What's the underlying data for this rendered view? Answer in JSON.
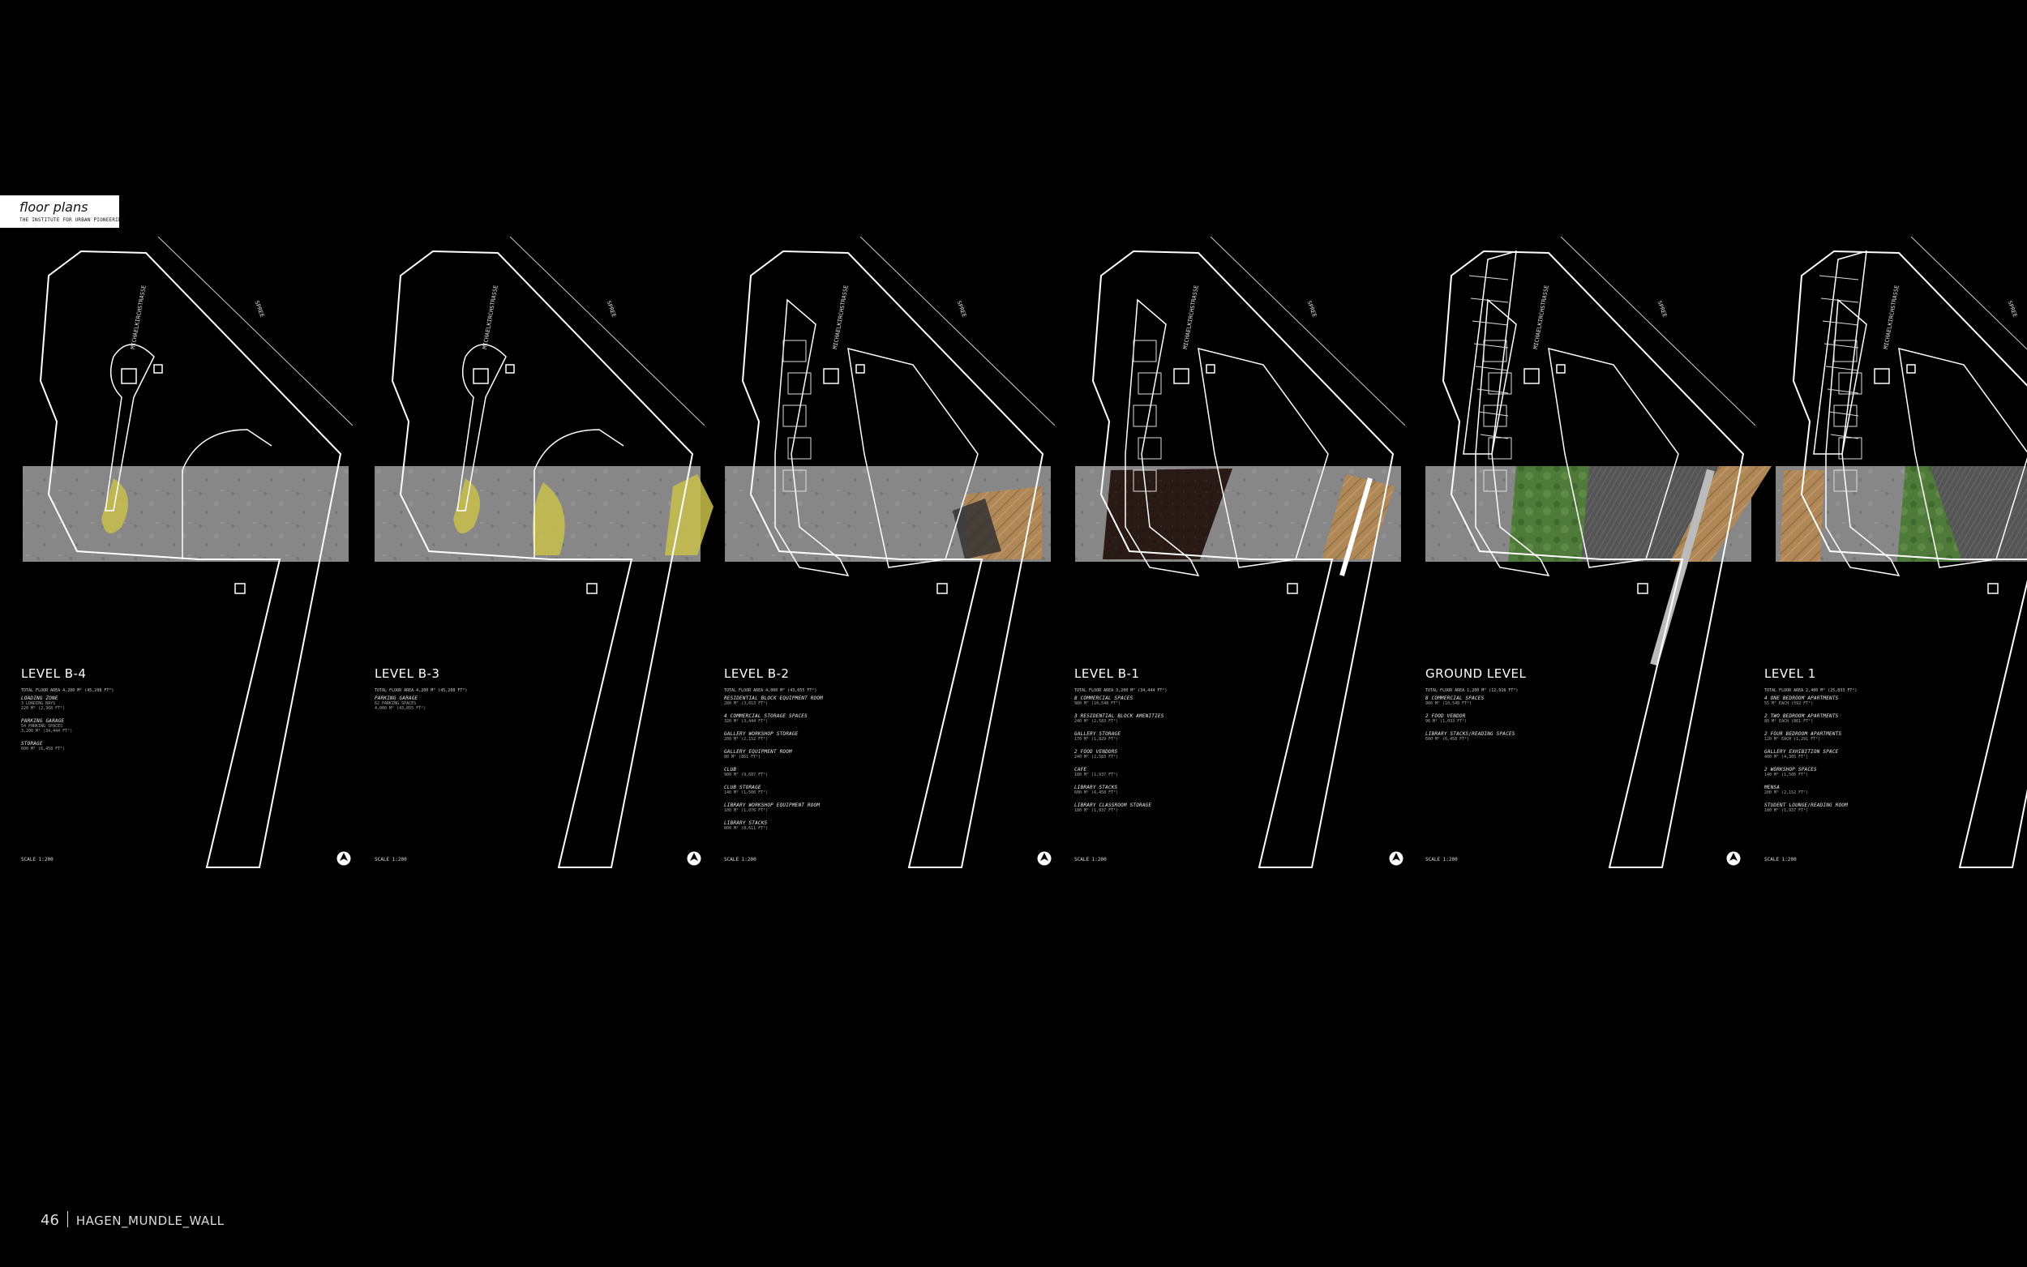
{
  "header": {
    "title": "floor plans",
    "subtitle": "THE INSTITUTE FOR URBAN PIONEERING"
  },
  "footer": {
    "page_number": "46",
    "authors": "HAGEN_MUNDLE_WALL"
  },
  "colors": {
    "background": "#000000",
    "line": "#ffffff",
    "concrete": "#8e8e8e",
    "yellow_marking": "#c9c04a",
    "wood": "#b08858",
    "grass": "#4e7a3a",
    "dark_soil": "#2a1a16"
  },
  "icons": [
    "north-arrow-icon"
  ],
  "street_labels": [
    "MICHAELKIRCHSTRASSE",
    "SPREE"
  ],
  "levels": [
    {
      "name": "LEVEL B-4",
      "area": "TOTAL FLOOR AREA 4,200 M² (45,208 FT²)",
      "items": [
        {
          "name": "LOADING ZONE",
          "sub": "3 LOADING BAYS",
          "sub2": "220 M² (2,368 FT²)"
        },
        {
          "name": "PARKING GARAGE",
          "sub": "54 PARKING SPACES",
          "sub2": "3,200 M² (34,444 FT²)"
        },
        {
          "name": "STORAGE",
          "sub": "600 M² (6,458 FT²)"
        }
      ],
      "scale": "SCALE 1:200"
    },
    {
      "name": "LEVEL B-3",
      "area": "TOTAL FLOOR AREA 4,200 M² (45,208 FT²)",
      "items": [
        {
          "name": "PARKING GARAGE",
          "sub": "62 PARKING SPACES",
          "sub2": "4,000 M² (43,055 FT²)"
        }
      ],
      "scale": "SCALE 1:200"
    },
    {
      "name": "LEVEL B-2",
      "area": "TOTAL FLOOR AREA 4,000 M² (43,055 FT²)",
      "items": [
        {
          "name": "RESIDENTIAL BLOCK EQUIPMENT ROOM",
          "sub": "280 M² (3,013 FT²)"
        },
        {
          "name": "4 COMMERCIAL STORAGE SPACES",
          "sub": "320 M² (3,444 FT²)"
        },
        {
          "name": "GALLERY WORKSHOP STORAGE",
          "sub": "200 M² (2,152 FT²)"
        },
        {
          "name": "GALLERY EQUIPMENT ROOM",
          "sub": "80 M² (861 FT²)"
        },
        {
          "name": "CLUB",
          "sub": "900 M² (9,687 FT²)"
        },
        {
          "name": "CLUB STORAGE",
          "sub": "140 M² (1,506 FT²)"
        },
        {
          "name": "LIBRARY WORKSHOP EQUIPMENT ROOM",
          "sub": "100 M² (1,076 FT²)"
        },
        {
          "name": "LIBRARY STACKS",
          "sub": "800 M² (8,611 FT²)"
        }
      ],
      "scale": "SCALE 1:200"
    },
    {
      "name": "LEVEL B-1",
      "area": "TOTAL FLOOR AREA 3,200 M² (34,444 FT²)",
      "items": [
        {
          "name": "8 COMMERCIAL SPACES",
          "sub": "980 M² (10,548 FT²)"
        },
        {
          "name": "3 RESIDENTIAL BLOCK AMENITIES",
          "sub": "240 M² (2,583 FT²)"
        },
        {
          "name": "GALLERY STORAGE",
          "sub": "170 M² (1,829 FT²)"
        },
        {
          "name": "2 FOOD VENDORS",
          "sub": "240 M² (2,583 FT²)"
        },
        {
          "name": "CAFE",
          "sub": "180 M² (1,937 FT²)"
        },
        {
          "name": "LIBRARY STACKS",
          "sub": "600 M² (6,458 FT²)"
        },
        {
          "name": "LIBRARY CLASSROOM STORAGE",
          "sub": "180 M² (1,937 FT²)"
        }
      ],
      "scale": "SCALE 1:200"
    },
    {
      "name": "GROUND LEVEL",
      "area": "TOTAL FLOOR AREA 1,200 M² (12,916 FT²)",
      "items": [
        {
          "name": "8 COMMERCIAL SPACES",
          "sub": "980 M² (10,548 FT²)"
        },
        {
          "name": "2 FOOD VENDOR",
          "sub": "96 M² (1,033 FT²)"
        },
        {
          "name": "LIBRARY STACKS/READING SPACES",
          "sub": "600 M² (6,458 FT²)"
        }
      ],
      "scale": "SCALE 1:200"
    },
    {
      "name": "LEVEL 1",
      "area": "TOTAL FLOOR AREA 2,400 M² (25,833 FT²)",
      "items": [
        {
          "name": "4 ONE BEDROOM APARTMENTS",
          "sub": "55 M² EACH (592 FT²)"
        },
        {
          "name": "2 TWO BEDROOM APARTMENTS",
          "sub": "80 M² EACH (861 FT²)"
        },
        {
          "name": "2 FOUR BEDROOM APARTMENTS",
          "sub": "120 M² EACH (1,291 FT²)"
        },
        {
          "name": "GALLERY EXHIBITION SPACE",
          "sub": "400 M² (4,305 FT²)"
        },
        {
          "name": "2 WORKSHOP SPACES",
          "sub": "140 M² (1,506 FT²)"
        },
        {
          "name": "MENSA",
          "sub": "200 M² (2,152 FT²)"
        },
        {
          "name": "STUDENT LOUNGE/READING ROOM",
          "sub": "180 M² (1,937 FT²)"
        }
      ],
      "scale": "SCALE 1:200"
    }
  ]
}
